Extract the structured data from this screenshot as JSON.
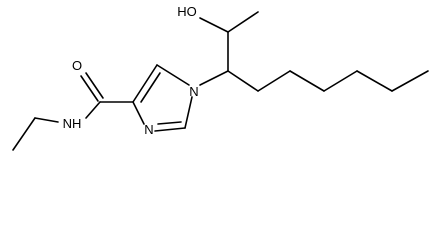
{
  "atom_labels": {
    "ho": "HO",
    "o": "O",
    "nh": "NH",
    "n_ring_top": "N",
    "n_ring_bottom": "N"
  },
  "colors": {
    "bond": "#000000",
    "background": "#ffffff"
  }
}
